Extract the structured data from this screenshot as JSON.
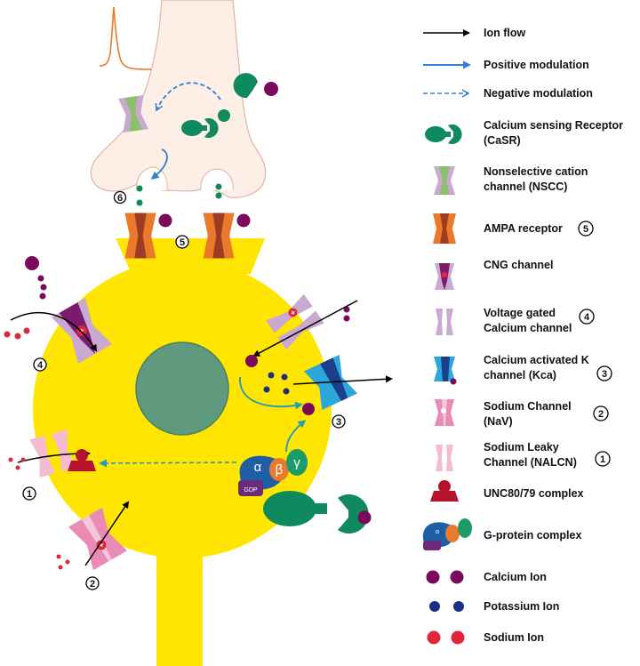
{
  "colors": {
    "cell_body": "#ffe500",
    "nucleus": "#5f9a7e",
    "presynaptic": "#fdeee6",
    "calcium": "#7a0a5c",
    "potassium": "#1b2f86",
    "sodium": "#e0263a",
    "casr": "#0f8a5f",
    "nscc_outer": "#c9a9cf",
    "nscc_core": "#8cc06a",
    "ampa_outer": "#e97a2b",
    "ampa_core": "#9e3b22",
    "cng_outer": "#c9a9cf",
    "cng_core": "#7c1a6b",
    "vgcc": "#c9a9cf",
    "kca_outer": "#2ba7dc",
    "kca_core": "#1b3f8a",
    "nav": "#e98bb4",
    "nalcn": "#f4bcd2",
    "unc": "#b5122c",
    "g_alpha": "#1f5fa6",
    "g_beta": "#e97a2b",
    "g_gamma": "#1f9a6a",
    "gdp": "#6b2a7a",
    "arrow_positive": "#2f7fd6",
    "arrow_negative": "#2f7fd6",
    "arrow_ion": "#000000",
    "spike": "#e97a2b"
  },
  "icons": {
    "casr": "calcium-sensing-receptor-icon",
    "nscc": "nscc-channel-icon",
    "ampa": "ampa-receptor-icon",
    "cng": "cng-channel-icon",
    "vgcc": "voltage-gated-calcium-channel-icon",
    "kca": "kca-channel-icon",
    "nav": "sodium-channel-icon",
    "nalcn": "nalcn-channel-icon",
    "unc": "unc80-79-complex-icon",
    "gprotein": "g-protein-complex-icon"
  },
  "diagram": {
    "positive_sign": "+",
    "g_alpha": "α",
    "g_beta": "β",
    "g_gamma": "γ",
    "gdp": "GDP",
    "numbers": {
      "one": "1",
      "two": "2",
      "three": "3",
      "four": "4",
      "five": "5",
      "six": "6"
    }
  },
  "legend": {
    "ion_flow": "Ion flow",
    "positive_modulation": "Positive modulation",
    "negative_modulation": "Negative modulation",
    "casr_line1": "Calcium sensing Receptor",
    "casr_line2": "(CaSR)",
    "nscc_line1": "Nonselective cation",
    "nscc_line2": "channel (NSCC)",
    "ampa": "AMPA receptor",
    "ampa_num": "5",
    "cng": "CNG channel",
    "vgcc_line1": "Voltage gated",
    "vgcc_line2": "Calcium channel",
    "vgcc_num": "4",
    "kca_line1": "Calcium activated K",
    "kca_line2": "channel (Kca)",
    "kca_num": "3",
    "nav_line1": "Sodium Channel",
    "nav_line2": "(NaV)",
    "nav_num": "2",
    "nalcn_line1": "Sodium Leaky",
    "nalcn_line2": "Channel (NALCN)",
    "nalcn_num": "1",
    "unc": "UNC80/79 complex",
    "gprotein": "G-protein complex",
    "calcium": "Calcium Ion",
    "potassium": "Potassium Ion",
    "sodium": "Sodium Ion"
  }
}
